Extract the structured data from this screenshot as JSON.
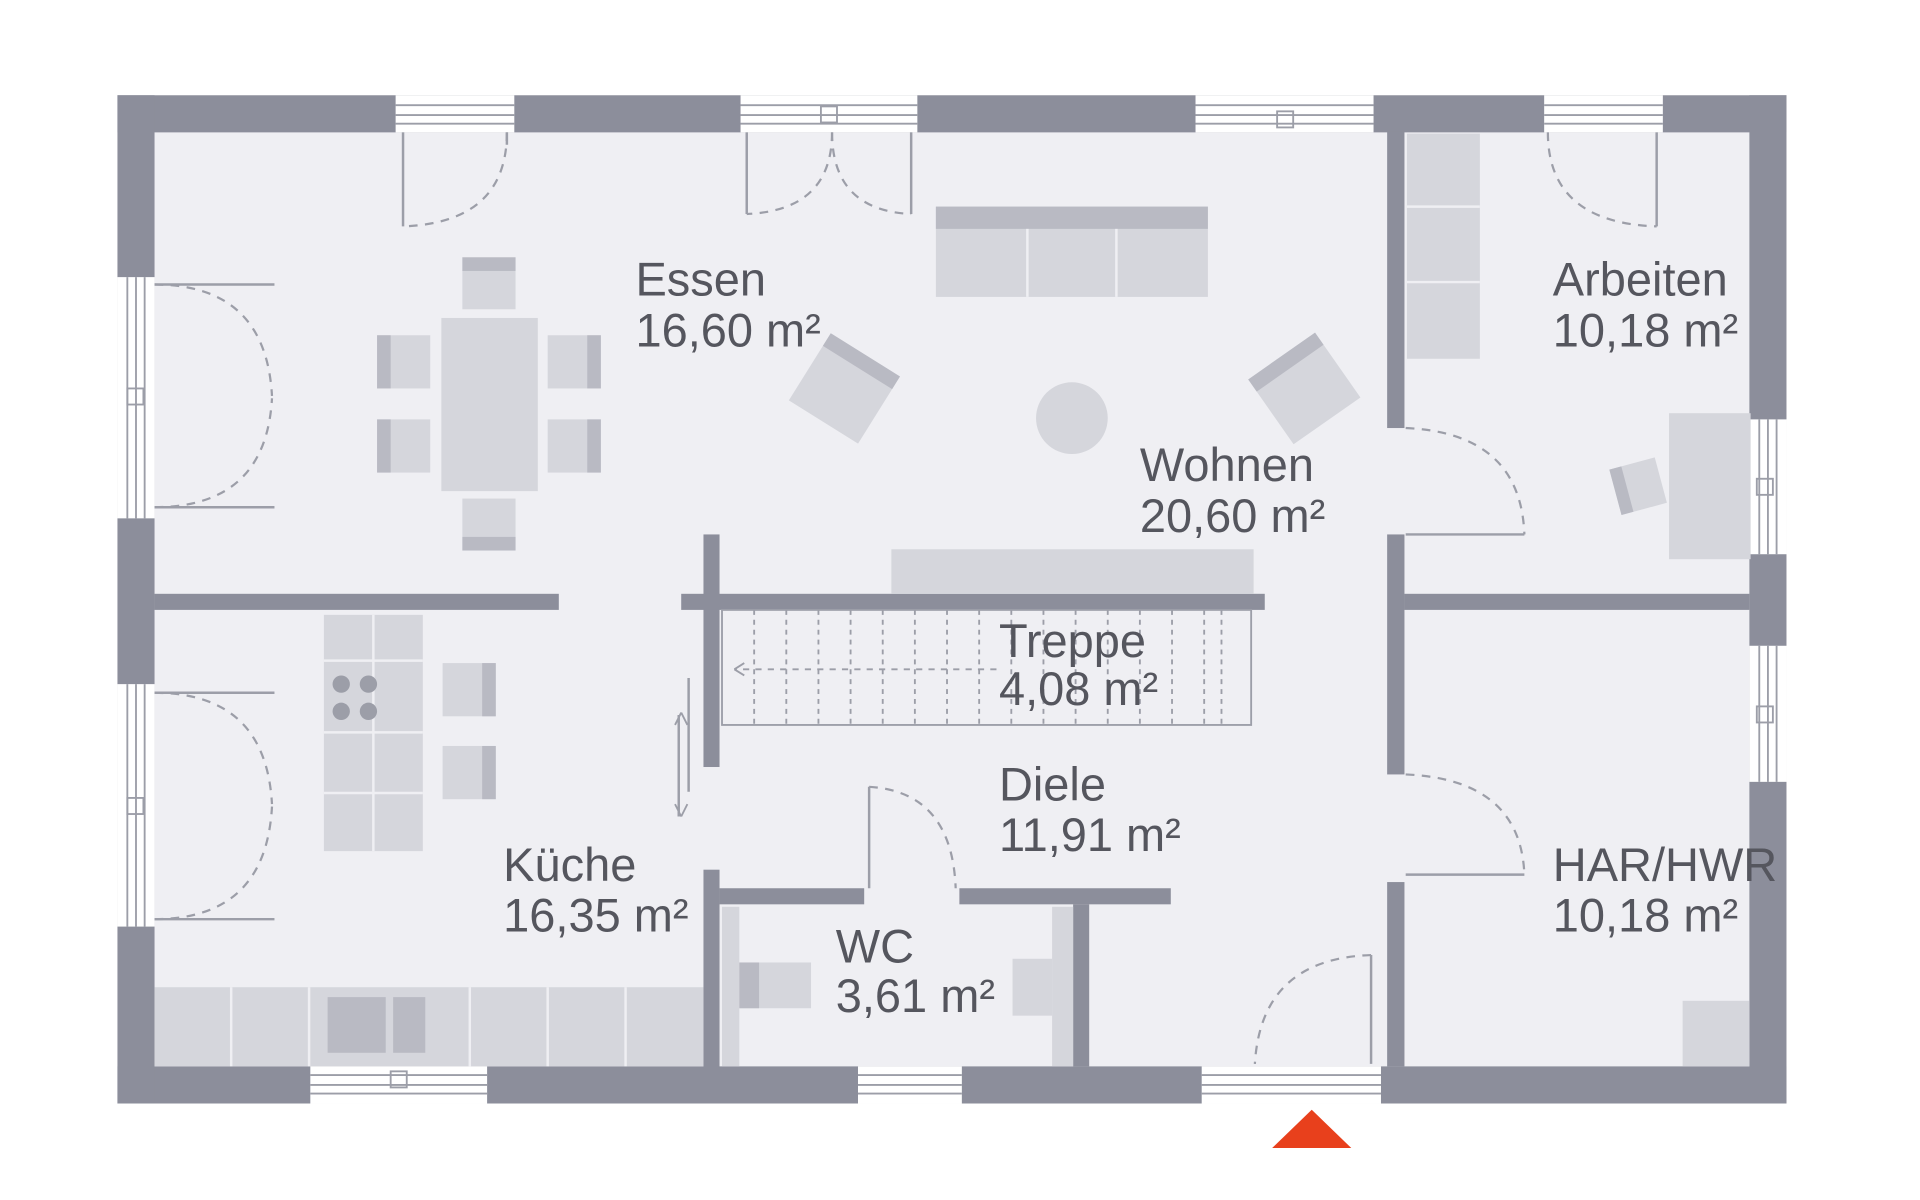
{
  "colors": {
    "wall": "#8c8e9b",
    "floor": "#efeff3",
    "furniture": "#d5d6dc",
    "furniture_dark": "#b9bac3",
    "line": "#9c9ea8",
    "text": "#55565e",
    "entrance": "#e8401c"
  },
  "rooms": {
    "essen": {
      "name": "Essen",
      "area": "16,60 m²"
    },
    "wohnen": {
      "name": "Wohnen",
      "area": "20,60 m²"
    },
    "arbeiten": {
      "name": "Arbeiten",
      "area": "10,18 m²"
    },
    "treppe": {
      "name": "Treppe",
      "area": "4,08 m²"
    },
    "diele": {
      "name": "Diele",
      "area": "11,91 m²"
    },
    "kueche": {
      "name": "Küche",
      "area": "16,35 m²"
    },
    "wc": {
      "name": "WC",
      "area": "3,61 m²"
    },
    "har": {
      "name": "HAR/HWR",
      "area": "10,18 m²"
    }
  },
  "icons": {
    "entrance": "entrance-triangle-icon"
  }
}
